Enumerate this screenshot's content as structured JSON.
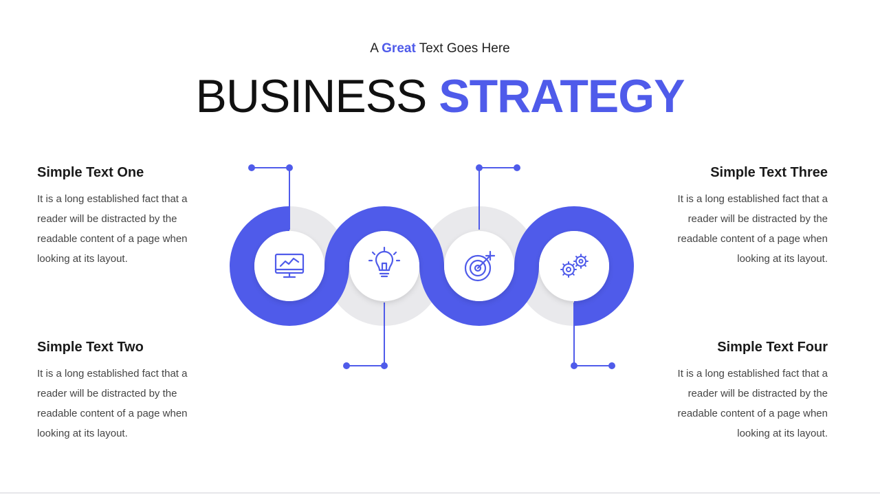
{
  "colors": {
    "accent": "#4f5bea",
    "ring_gray": "#e9e9ec",
    "text_dark": "#111111",
    "body_text": "#444444",
    "disc": "#ffffff"
  },
  "header": {
    "subtitle_before": "A ",
    "subtitle_accent": "Great",
    "subtitle_after": " Text Goes Here",
    "title_part1": "BUSINESS ",
    "title_part2": "STRATEGY"
  },
  "blocks": [
    {
      "heading": "Simple Text One",
      "body": "It is a long established fact that a reader will be distracted by the readable content of a page when looking at its layout."
    },
    {
      "heading": "Simple Text Two",
      "body": "It is a long established fact that a reader will be distracted by the readable content of a page when looking at its layout."
    },
    {
      "heading": "Simple Text Three",
      "body": "It is a long established fact that a reader will be distracted by the readable content of a page when looking at its layout."
    },
    {
      "heading": "Simple Text Four",
      "body": "It is a long established fact that a reader will be distracted by the readable content of a page when looking at its layout."
    }
  ],
  "nodes": [
    {
      "icon": "monitor-chart-icon"
    },
    {
      "icon": "lightbulb-icon"
    },
    {
      "icon": "target-icon"
    },
    {
      "icon": "gears-icon"
    }
  ]
}
